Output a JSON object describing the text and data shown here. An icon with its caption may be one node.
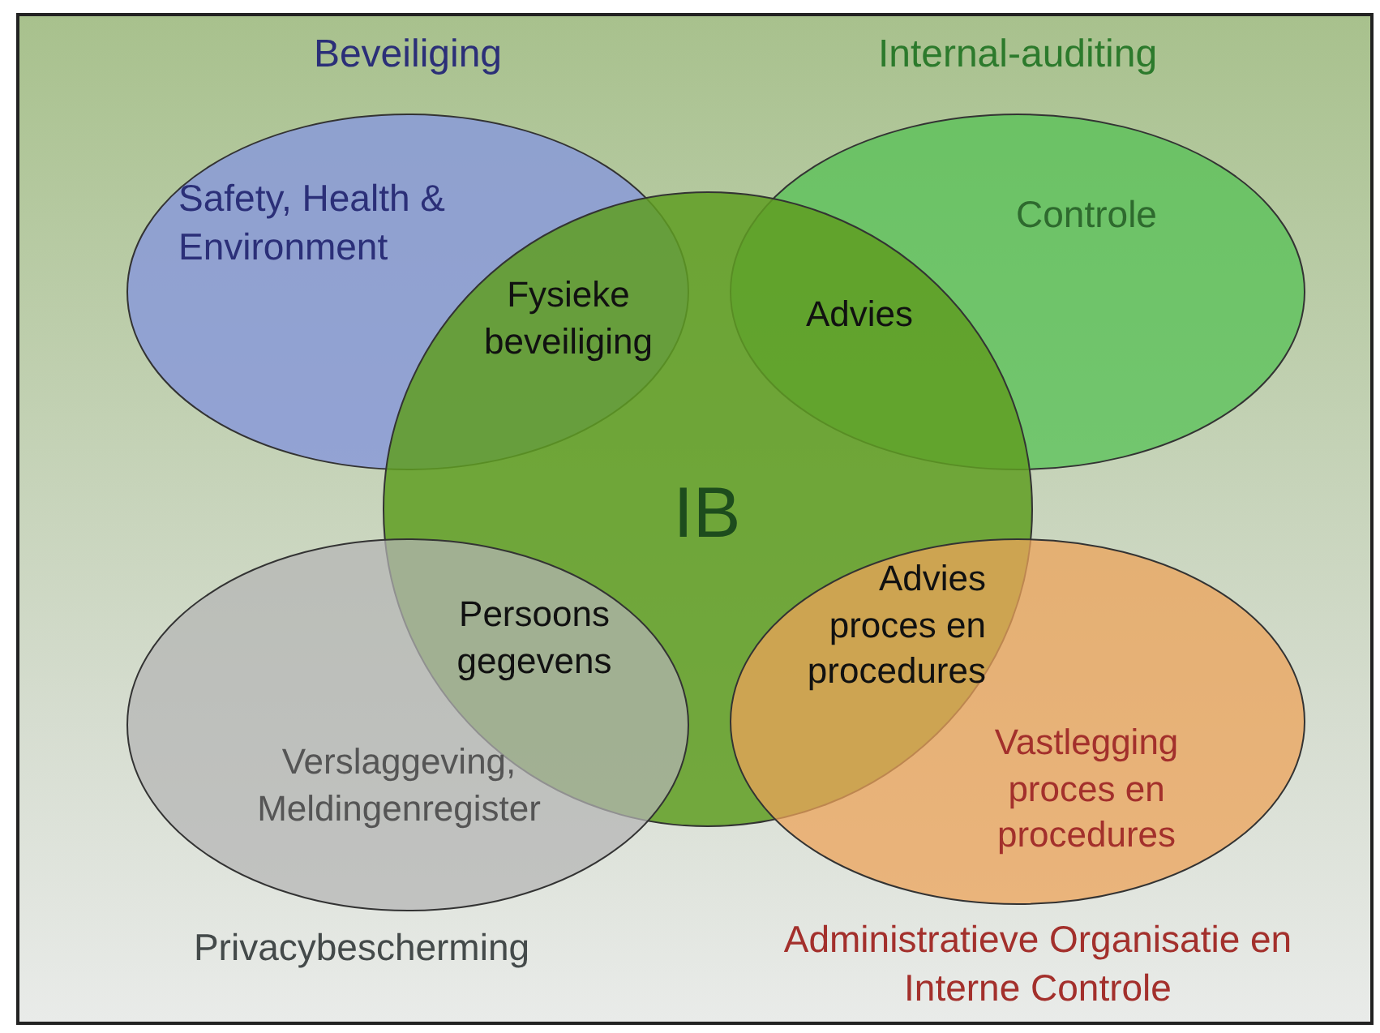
{
  "diagram": {
    "nodes": [
      {
        "text": [
          "Beveiliging",
          "Safety, Health & Environment"
        ]
      },
      {
        "text": [
          "Internal-auditing",
          "Controle"
        ]
      },
      {
        "text": [
          "IB"
        ]
      },
      {
        "text": [
          "Verslaggeving, Meldingenregister",
          "Privacybescherming"
        ]
      },
      {
        "text": [
          "Vastlegging proces en procedures",
          "Administratieve Organisatie en Interne Controle"
        ]
      }
    ],
    "labels": [
      "Fysieke beveiliging",
      "Advies",
      "Persoons gegevens",
      "Advies proces en procedures"
    ]
  }
}
